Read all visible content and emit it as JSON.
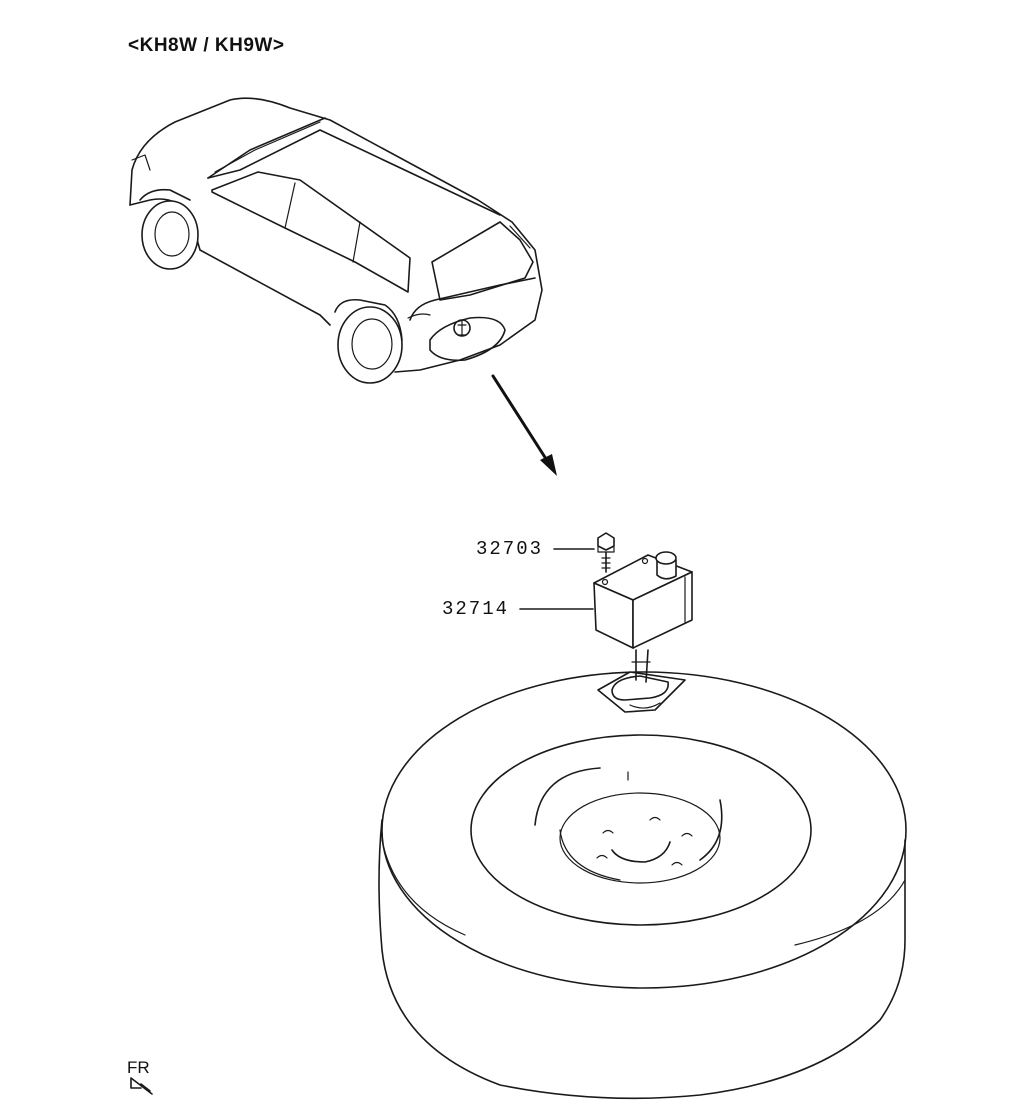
{
  "title": "<KH8W / KH9W>",
  "parts": [
    {
      "number": "32703"
    },
    {
      "number": "32714"
    }
  ],
  "orientation": {
    "label": "FR",
    "icon": "front-arrow-icon"
  },
  "colors": {
    "line": "#1a1a1a",
    "background": "#ffffff"
  }
}
